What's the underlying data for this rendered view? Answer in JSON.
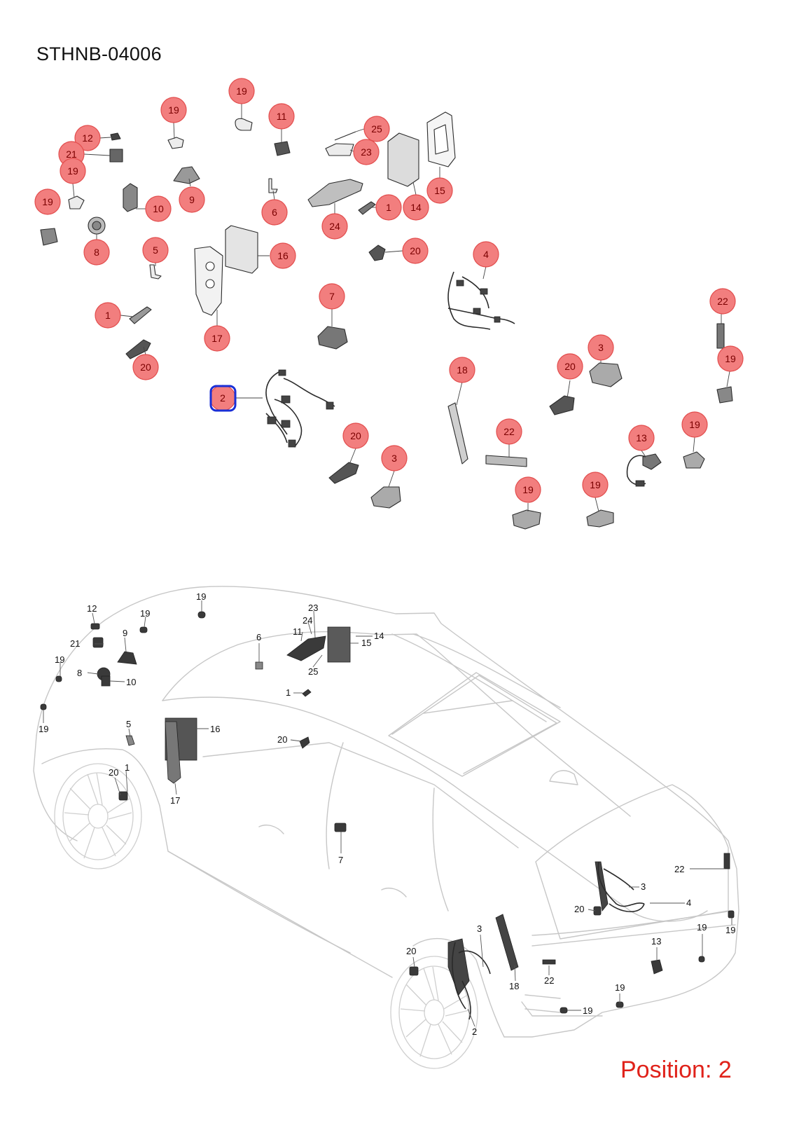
{
  "header": {
    "diagram_code": "STHNB-04006"
  },
  "footer": {
    "position_caption": "Position: 2"
  },
  "selected_position": "2",
  "colors": {
    "callout_fill": "#f27e7e",
    "callout_stroke": "#e24d4d",
    "selected_stroke": "#1a2fd6",
    "caption": "#e0221a",
    "line_art": "#333333",
    "car_outline": "#c7c7c7"
  },
  "exploded_callouts": [
    "19",
    "19",
    "11",
    "25",
    "12",
    "23",
    "21",
    "19",
    "15",
    "9",
    "19",
    "14",
    "10",
    "6",
    "1",
    "24",
    "8",
    "5",
    "16",
    "20",
    "4",
    "1",
    "17",
    "7",
    "22",
    "20",
    "3",
    "19",
    "20",
    "2",
    "18",
    "22",
    "13",
    "19",
    "20",
    "3",
    "19",
    "19"
  ],
  "car_labels": [
    "19",
    "12",
    "19",
    "23",
    "24",
    "9",
    "11",
    "14",
    "15",
    "21",
    "6",
    "19",
    "8",
    "10",
    "25",
    "1",
    "19",
    "5",
    "16",
    "20",
    "20",
    "1",
    "17",
    "7",
    "22",
    "3",
    "20",
    "4",
    "19",
    "13",
    "19",
    "3",
    "20",
    "18",
    "22",
    "19",
    "19",
    "2"
  ]
}
